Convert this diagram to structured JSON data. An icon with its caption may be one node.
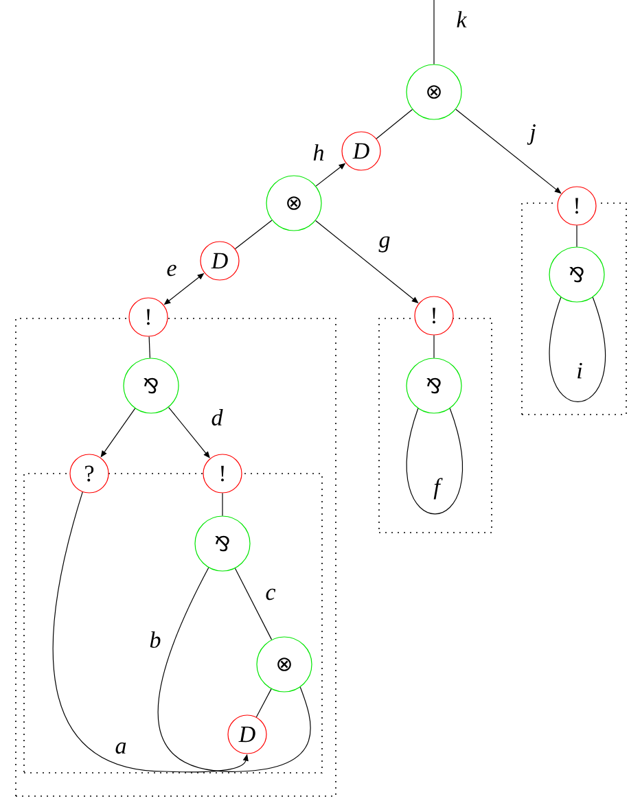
{
  "diagram": {
    "nodes": [
      {
        "text": [
          "⊗"
        ]
      },
      {
        "text": [
          "D"
        ]
      },
      {
        "text": [
          "⊗"
        ]
      },
      {
        "text": [
          "!"
        ]
      },
      {
        "text": [],
        "shape": "box"
      },
      {
        "text": [
          "⅋"
        ],
        "in": 4
      },
      {
        "text": [
          "D"
        ]
      },
      {
        "text": [
          "!"
        ]
      },
      {
        "text": [],
        "shape": "box"
      },
      {
        "text": [
          "⅋"
        ],
        "in": 8
      },
      {
        "text": [
          "!"
        ]
      },
      {
        "text": [],
        "shape": "box"
      },
      {
        "text": [
          "⅋"
        ],
        "in": 11
      },
      {
        "text": [
          "?"
        ],
        "in": 11
      },
      {
        "text": [
          "!"
        ],
        "in": 11
      },
      {
        "text": [],
        "shape": "box",
        "in": 11
      },
      {
        "text": [
          "⅋"
        ],
        "in": 15
      },
      {
        "text": [
          "⊗"
        ],
        "in": 15
      },
      {
        "text": [
          "D"
        ],
        "in": 15
      }
    ],
    "edges": [
      {
        "from": null,
        "to": 0,
        "arrow": "none",
        "label": "k"
      },
      {
        "from": 0,
        "to": 1,
        "arrow": "none"
      },
      {
        "from": 2,
        "to": 1,
        "arrow": "to",
        "label": "h"
      },
      {
        "from": 0,
        "to": 3,
        "arrow": "to",
        "label": "j"
      },
      {
        "from": 3,
        "to": 5,
        "arrow": "none"
      },
      {
        "from": 5,
        "to": 5,
        "arrow": "none",
        "label": "i"
      },
      {
        "from": 2,
        "to": 6,
        "arrow": "none"
      },
      {
        "from": 6,
        "to": 10,
        "arrow": "both",
        "label": "e"
      },
      {
        "from": 2,
        "to": 7,
        "arrow": "to",
        "label": "g"
      },
      {
        "from": 7,
        "to": 9,
        "arrow": "none"
      },
      {
        "from": 9,
        "to": 9,
        "arrow": "none",
        "label": "f"
      },
      {
        "from": 10,
        "to": 12,
        "arrow": "none"
      },
      {
        "from": 12,
        "to": 13,
        "arrow": "to"
      },
      {
        "from": 12,
        "to": 14,
        "arrow": "to",
        "label": "d"
      },
      {
        "from": 14,
        "to": 16,
        "arrow": "none"
      },
      {
        "from": 16,
        "to": 17,
        "arrow": "none",
        "label": "c"
      },
      {
        "from": 16,
        "to": 17,
        "arrow": "none",
        "label": "b"
      },
      {
        "from": 17,
        "to": 18,
        "arrow": "none"
      },
      {
        "from": 13,
        "to": 18,
        "arrow": "to",
        "label": "a"
      }
    ]
  }
}
